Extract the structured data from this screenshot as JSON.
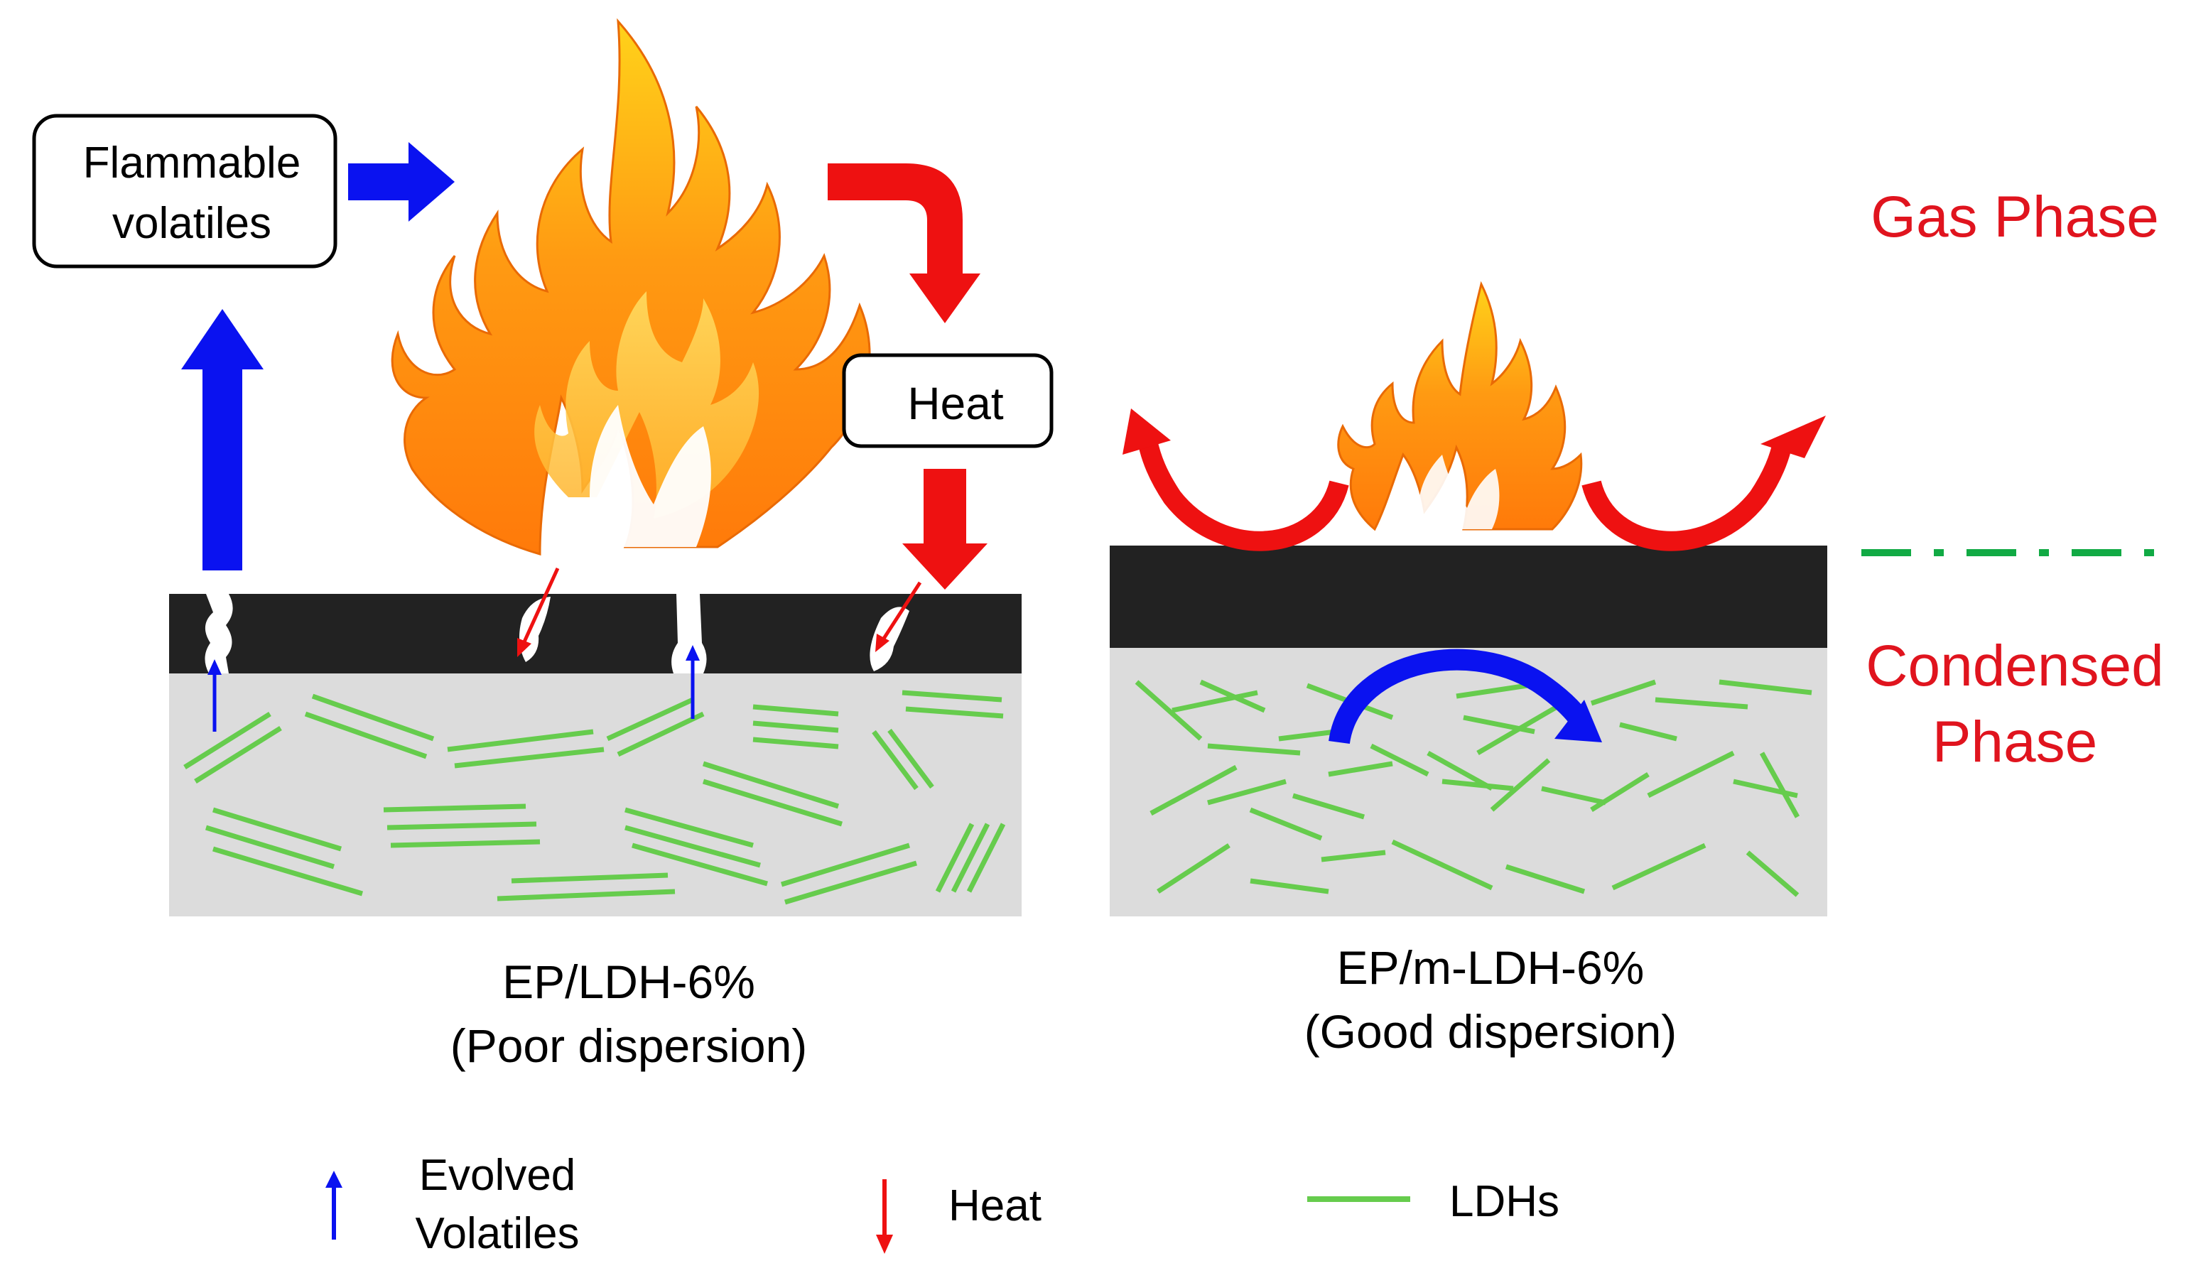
{
  "colors": {
    "blue_arrow": "#0a12f0",
    "red_arrow": "#ee1111",
    "char_layer": "#222222",
    "matrix": "#dcdcdc",
    "ldh_green": "#66cc4d",
    "boundary": "#11aa44",
    "phase_label": "#e0141e"
  },
  "labels": {
    "flammable_volatiles": [
      "Flammable",
      "volatiles"
    ],
    "heat_box": "Heat",
    "gas_phase": "Gas Phase",
    "condensed_phase": [
      "Condensed",
      "Phase"
    ]
  },
  "samples": {
    "left": {
      "name": "EP/LDH-6%",
      "note": "(Poor dispersion)"
    },
    "right": {
      "name": "EP/m-LDH-6%",
      "note": "(Good dispersion)"
    }
  },
  "legend": {
    "evolved_volatiles": [
      "Evolved",
      "Volatiles"
    ],
    "heat": "Heat",
    "ldhs": "LDHs"
  },
  "icons": {
    "flame": "flame-icon",
    "up_arrow": "arrow-up-icon",
    "right_arrow": "arrow-right-icon",
    "curved_arrow": "curved-arrow-icon"
  }
}
